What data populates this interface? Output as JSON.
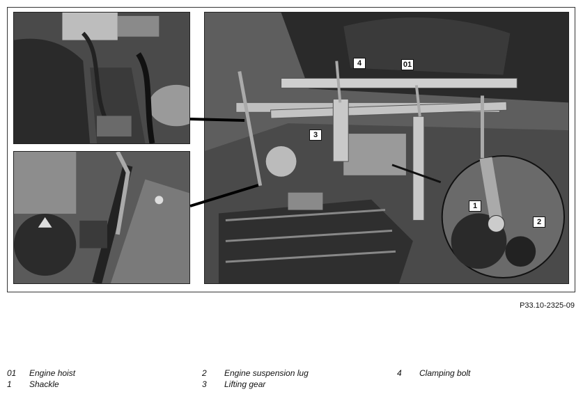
{
  "figure_id": "P33.10-2325-09",
  "callouts": {
    "c01": "01",
    "c4": "4",
    "c3": "3",
    "c1": "1",
    "c2": "2"
  },
  "legend": [
    {
      "num": "01",
      "label": "Engine hoist"
    },
    {
      "num": "1",
      "label": "Shackle"
    },
    {
      "num": "2",
      "label": "Engine suspension lug"
    },
    {
      "num": "3",
      "label": "Lifting gear"
    },
    {
      "num": "4",
      "label": "Clamping bolt"
    }
  ]
}
